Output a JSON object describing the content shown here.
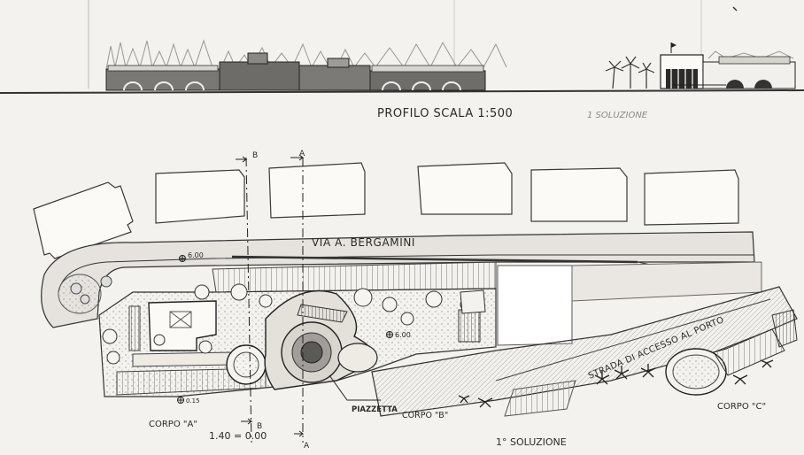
{
  "elevation": {
    "title": "PROFILO SCALA 1:500",
    "variant_note": "1 SOLUZIONE"
  },
  "plan": {
    "street_name": "VIA A. BERGAMINI",
    "access_road": "STRADA DI ACCESSO AL PORTO",
    "piazzetta": "PIAZZETTA",
    "corpo_a": "CORPO \"A\"",
    "corpo_b": "CORPO \"B\"",
    "corpo_c": "CORPO \"C\"",
    "section_a_top": "A",
    "section_a_bottom": "A",
    "section_b_top": "B",
    "section_b_bottom": "B",
    "level_street": "6.00",
    "level_garden": "6.00",
    "level_front": "0.15",
    "level_datum": "1.40 = 0.00",
    "footer_label": "1° SOLUZIONE"
  },
  "colors": {
    "paper": "#f4f2ee",
    "ink": "#2a2a2a",
    "pencil": "#8a8a8a",
    "hatch": "#b9b6b0"
  }
}
